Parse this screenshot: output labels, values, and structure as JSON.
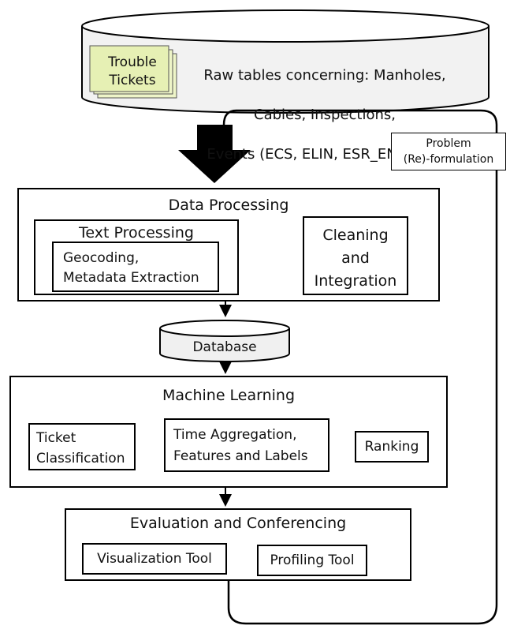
{
  "raw_tables": {
    "line1": "Raw tables concerning: Manholes,",
    "line2": "Cables, Inspections,",
    "line3": "Events (ECS, ELIN, ESR_ENE, etc)"
  },
  "trouble_tickets": {
    "line1": "Trouble",
    "line2": "Tickets"
  },
  "problem_reformulation": {
    "line1": "Problem",
    "line2": "(Re)-formulation"
  },
  "data_processing": {
    "title": "Data Processing",
    "text_processing": {
      "title": "Text Processing",
      "geocoding": {
        "line1": "Geocoding,",
        "line2": "Metadata Extraction"
      }
    },
    "cleaning": {
      "line1": "Cleaning",
      "line2": "and",
      "line3": "Integration"
    }
  },
  "database": {
    "label": "Database"
  },
  "machine_learning": {
    "title": "Machine Learning",
    "ticket_classification": {
      "line1": "Ticket",
      "line2": "Classification"
    },
    "time_aggregation": {
      "line1": "Time Aggregation,",
      "line2": "Features and Labels"
    },
    "ranking": "Ranking"
  },
  "evaluation": {
    "title": "Evaluation and Conferencing",
    "visualization_tool": "Visualization Tool",
    "profiling_tool": "Profiling Tool"
  }
}
